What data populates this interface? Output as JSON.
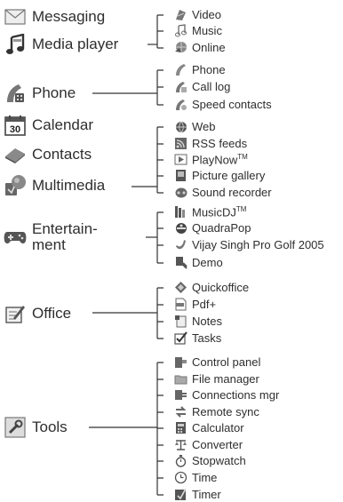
{
  "categories": [
    {
      "label": "Messaging",
      "icon": "envelope-icon"
    },
    {
      "label": "Media player",
      "icon": "music-note-icon"
    },
    {
      "label": "Phone",
      "icon": "phone-icon"
    },
    {
      "label": "Calendar",
      "icon": "calendar-icon",
      "icon_text": "30"
    },
    {
      "label": "Contacts",
      "icon": "contacts-book-icon"
    },
    {
      "label": "Multimedia",
      "icon": "multimedia-icon"
    },
    {
      "label": "Entertain-\nment",
      "icon": "gamepad-icon"
    },
    {
      "label": "Office",
      "icon": "office-pen-icon"
    },
    {
      "label": "Tools",
      "icon": "tools-icon"
    }
  ],
  "items": {
    "media_player": [
      {
        "label": "Video",
        "icon": "video-icon"
      },
      {
        "label": "Music",
        "icon": "music-icon"
      },
      {
        "label": "Online",
        "icon": "online-icon"
      }
    ],
    "phone": [
      {
        "label": "Phone",
        "icon": "handset-icon"
      },
      {
        "label": "Call log",
        "icon": "call-log-icon"
      },
      {
        "label": "Speed contacts",
        "icon": "speed-contacts-icon"
      }
    ],
    "multimedia": [
      {
        "label": "Web",
        "icon": "web-globe-icon"
      },
      {
        "label": "RSS feeds",
        "icon": "rss-feeds-icon"
      },
      {
        "label": "PlayNow",
        "sup": "TM",
        "icon": "playnow-icon"
      },
      {
        "label": "Picture gallery",
        "icon": "picture-gallery-icon"
      },
      {
        "label": "Sound recorder",
        "icon": "sound-recorder-icon"
      }
    ],
    "entertainment": [
      {
        "label": "MusicDJ",
        "sup": "TM",
        "icon": "musicdj-icon"
      },
      {
        "label": "QuadraPop",
        "icon": "quadrapop-icon"
      },
      {
        "label": "Vijay Singh Pro Golf 2005",
        "icon": "golf-icon"
      },
      {
        "label": "Demo",
        "icon": "demo-icon"
      }
    ],
    "office": [
      {
        "label": "Quickoffice",
        "icon": "quickoffice-icon"
      },
      {
        "label": "Pdf+",
        "icon": "pdf-icon"
      },
      {
        "label": "Notes",
        "icon": "notes-icon"
      },
      {
        "label": "Tasks",
        "icon": "tasks-checkbox-icon"
      }
    ],
    "tools": [
      {
        "label": "Control panel",
        "icon": "control-panel-icon"
      },
      {
        "label": "File manager",
        "icon": "folder-icon"
      },
      {
        "label": "Connections mgr",
        "icon": "connections-icon"
      },
      {
        "label": "Remote sync",
        "icon": "remote-sync-icon"
      },
      {
        "label": "Calculator",
        "icon": "calculator-icon"
      },
      {
        "label": "Converter",
        "icon": "converter-icon"
      },
      {
        "label": "Stopwatch",
        "icon": "stopwatch-icon"
      },
      {
        "label": "Time",
        "icon": "clock-icon"
      },
      {
        "label": "Timer",
        "icon": "timer-icon"
      }
    ]
  }
}
